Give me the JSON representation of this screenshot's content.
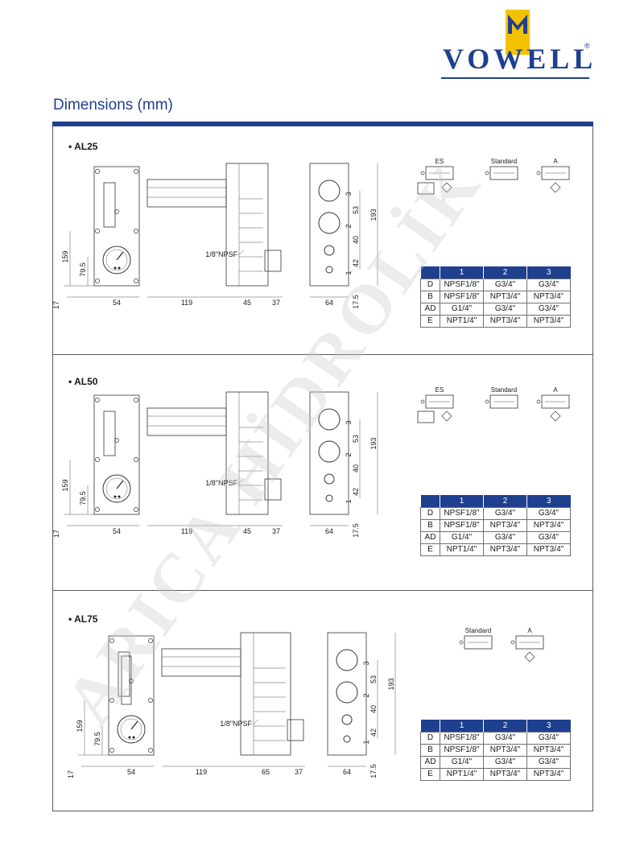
{
  "brand": {
    "name": "VOWELL",
    "reg": "®",
    "color": "#1f3f8f"
  },
  "page": {
    "heading": "Dimensions (mm)"
  },
  "watermark": "ARICA HİDROLİK",
  "sections": [
    {
      "title": "• AL25",
      "dims": {
        "overall_h": "159",
        "gauge_h": "79.5",
        "base_offset": "17",
        "front_w": "54",
        "body_w": "119",
        "ext_w": "45",
        "tail_w": "37",
        "side_w": "64",
        "side_h": "193",
        "side_bottom": "17.5",
        "p53": "53",
        "p40": "40",
        "p42": "42",
        "thread": "1/8\"NPSF"
      },
      "ports": [
        "3",
        "2",
        "1"
      ],
      "symbols": {
        "es": "ES",
        "standard": "Standard",
        "a": "A"
      },
      "table": {
        "headers": [
          "",
          "1",
          "2",
          "3"
        ],
        "rows": [
          [
            "D",
            "NPSF1/8\"",
            "G3/4\"",
            "G3/4\""
          ],
          [
            "B",
            "NPSF1/8\"",
            "NPT3/4\"",
            "NPT3/4\""
          ],
          [
            "AD",
            "G1/4\"",
            "G3/4\"",
            "G3/4\""
          ],
          [
            "E",
            "NPT1/4\"",
            "NPT3/4\"",
            "NPT3/4\""
          ]
        ]
      }
    },
    {
      "title": "• AL50",
      "dims": {
        "overall_h": "159",
        "gauge_h": "79.5",
        "base_offset": "17",
        "front_w": "54",
        "body_w": "119",
        "ext_w": "45",
        "tail_w": "37",
        "side_w": "64",
        "side_h": "193",
        "side_bottom": "17.5",
        "p53": "53",
        "p40": "40",
        "p42": "42",
        "thread": "1/8\"NPSF"
      },
      "ports": [
        "3",
        "2",
        "1"
      ],
      "symbols": {
        "es": "ES",
        "standard": "Standard",
        "a": "A"
      },
      "table": {
        "headers": [
          "",
          "1",
          "2",
          "3"
        ],
        "rows": [
          [
            "D",
            "NPSF1/8\"",
            "G3/4\"",
            "G3/4\""
          ],
          [
            "B",
            "NPSF1/8\"",
            "NPT3/4\"",
            "NPT3/4\""
          ],
          [
            "AD",
            "G1/4\"",
            "G3/4\"",
            "G3/4\""
          ],
          [
            "E",
            "NPT1/4\"",
            "NPT3/4\"",
            "NPT3/4\""
          ]
        ]
      }
    },
    {
      "title": "• AL75",
      "dims": {
        "overall_h": "159",
        "gauge_h": "79.5",
        "base_offset": "17",
        "front_w": "54",
        "body_w": "119",
        "ext_w": "65",
        "tail_w": "37",
        "side_w": "64",
        "side_h": "193",
        "side_bottom": "17.5",
        "p53": "53",
        "p40": "40",
        "p42": "42",
        "thread": "1/8\"NPSF"
      },
      "ports": [
        "3",
        "2",
        "1"
      ],
      "symbols": {
        "standard": "Standard",
        "a": "A"
      },
      "table": {
        "headers": [
          "",
          "1",
          "2",
          "3"
        ],
        "rows": [
          [
            "D",
            "NPSF1/8\"",
            "G3/4\"",
            "G3/4\""
          ],
          [
            "B",
            "NPSF1/8\"",
            "NPT3/4\"",
            "NPT3/4\""
          ],
          [
            "AD",
            "G1/4\"",
            "G3/4\"",
            "G3/4\""
          ],
          [
            "E",
            "NPT1/4\"",
            "NPT3/4\"",
            "NPT3/4\""
          ]
        ]
      }
    }
  ]
}
